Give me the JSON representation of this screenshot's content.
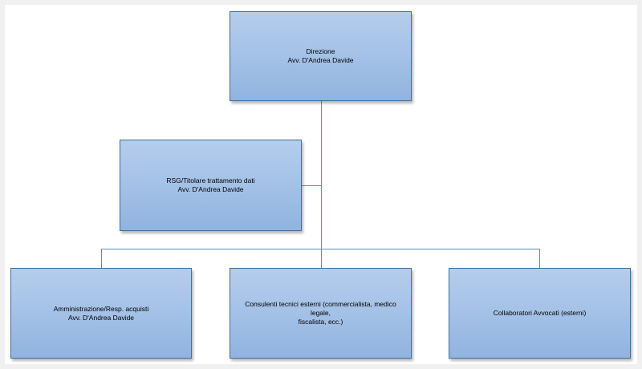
{
  "org_chart": {
    "direzione": {
      "title": "Direzione",
      "name": "Avv. D'Andrea Davide"
    },
    "rsg": {
      "title": "RSG/Titolare trattamento dati",
      "name": "Avv. D'Andrea Davide"
    },
    "amministrazione": {
      "title": "Amministrazione/Resp. acquisti",
      "name": "Avv. D'Andrea Davide"
    },
    "consulenti": {
      "title": "Consulenti tecnici esterni (commercialista, medico legale,",
      "name": "fiscalista, ecc.)"
    },
    "collaboratori": {
      "title": "Collaboratori Avvocati (esterni)"
    }
  },
  "colors": {
    "box_fill": "#a2c0e6",
    "box_border": "#41719c",
    "connector": "#5b8cc9"
  }
}
